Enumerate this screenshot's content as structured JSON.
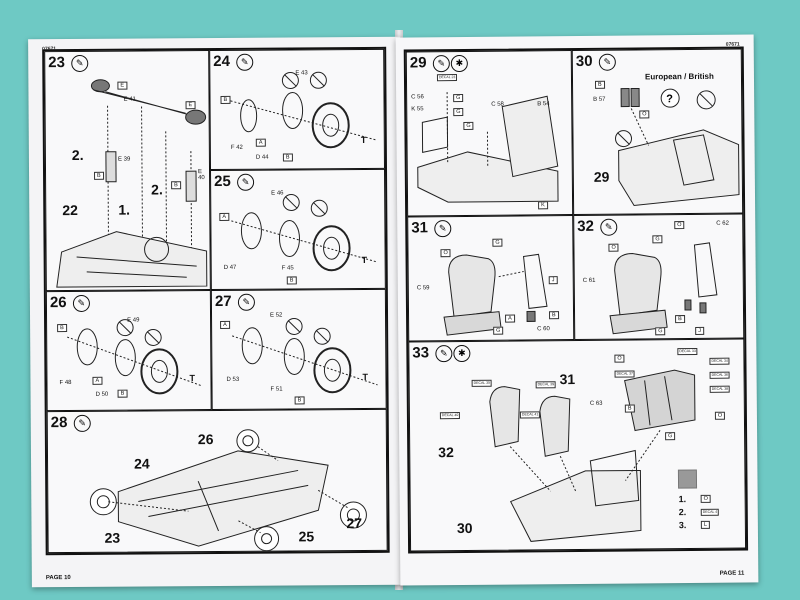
{
  "left_page": {
    "header_code": "07671",
    "page_label": "PAGE 10",
    "steps": [
      {
        "num": "23",
        "subs": [
          "2.",
          "1.",
          "2."
        ],
        "big": "22",
        "tags": [
          "E",
          "B",
          "E",
          "B"
        ],
        "parts": [
          "E 41",
          "E 39",
          "E 40"
        ]
      },
      {
        "num": "24",
        "tags": [
          "B",
          "A",
          "B"
        ],
        "parts": [
          "E 43",
          "F 42",
          "D 44"
        ],
        "t": "T"
      },
      {
        "num": "25",
        "tags": [
          "A",
          "B"
        ],
        "parts": [
          "E 46",
          "D 47",
          "F 45"
        ],
        "t": "T"
      },
      {
        "num": "26",
        "tags": [
          "B",
          "A",
          "B"
        ],
        "parts": [
          "E 49",
          "F 48",
          "D 50"
        ],
        "t": "T"
      },
      {
        "num": "27",
        "tags": [
          "A",
          "B"
        ],
        "parts": [
          "E 52",
          "D 53",
          "F 51"
        ],
        "t": "T"
      },
      {
        "num": "28",
        "labels": [
          "26",
          "24",
          "23",
          "25",
          "27"
        ]
      }
    ]
  },
  "right_page": {
    "header_code": "07671",
    "page_label": "PAGE 11",
    "steps": [
      {
        "num": "29",
        "tags": [
          "G",
          "G",
          "G",
          "K"
        ],
        "parts": [
          "C 56",
          "K 55",
          "C 58",
          "B 54"
        ],
        "decal": "DECAL 23"
      },
      {
        "num": "30",
        "caption": "European / British",
        "tags": [
          "B",
          "O"
        ],
        "parts": [
          "B 57"
        ],
        "big": "29"
      },
      {
        "num": "31",
        "tags": [
          "G",
          "O",
          "J",
          "A",
          "B",
          "G"
        ],
        "parts": [
          "C 59",
          "C 60"
        ]
      },
      {
        "num": "32",
        "tags": [
          "O",
          "G",
          "O",
          "B",
          "G",
          "J"
        ],
        "parts": [
          "C 62",
          "C 61"
        ]
      },
      {
        "num": "33",
        "labels": [
          "31",
          "32",
          "30"
        ],
        "decals": [
          "DECAL 33",
          "DECAL 34",
          "DECAL 37",
          "DECAL 36",
          "DECAL 38",
          "DECAL 35",
          "DECAL 39",
          "DECAL 40",
          "DECAL 41"
        ],
        "tags": [
          "O",
          "O",
          "B",
          "G"
        ],
        "parts": [
          "C 63"
        ],
        "legend": [
          {
            "n": "1.",
            "tag": "O"
          },
          {
            "n": "2.",
            "tag": "DECAL 4"
          },
          {
            "n": "3.",
            "tag": "L"
          }
        ]
      }
    ]
  }
}
